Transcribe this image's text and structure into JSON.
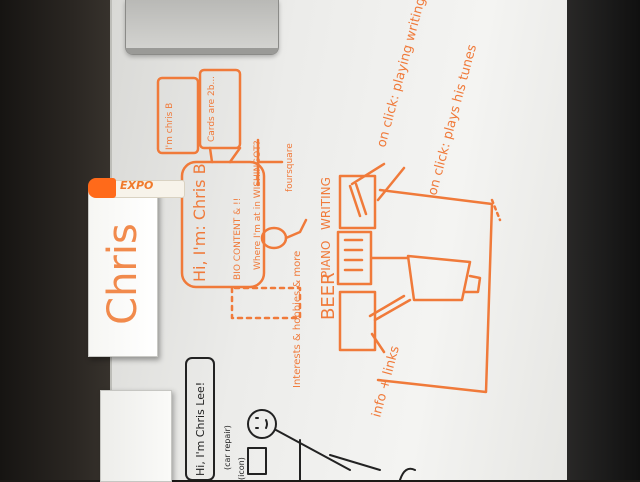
{
  "name_card": {
    "text": "Chris"
  },
  "marker": {
    "brand": "EXPO"
  },
  "sketch": {
    "greeting": "Hi, I'm: Chris B",
    "bio": "BIO CONTENT & !!",
    "card_one": "I'm chris B",
    "card_two": "Cards are 2b...",
    "foursquare": "foursquare",
    "where": "Where I'm at in WISHINGOT?",
    "interests": "Interests & hobbies & more",
    "beer": "BEER",
    "piano": "PIANO",
    "writing": "WRITING",
    "click_writing": "on click: playing writing vid",
    "click_piano": "on click: plays his tunes",
    "links": "info + links"
  },
  "black_sketch": {
    "speech": "Hi, I'm Chris Lee!",
    "caption": "(car repair)",
    "tag": "(icon)"
  },
  "colors": {
    "marker_ink": "#f07a3a",
    "marker_cap": "#ff6a1a",
    "whiteboard": "#f1f1ef"
  }
}
